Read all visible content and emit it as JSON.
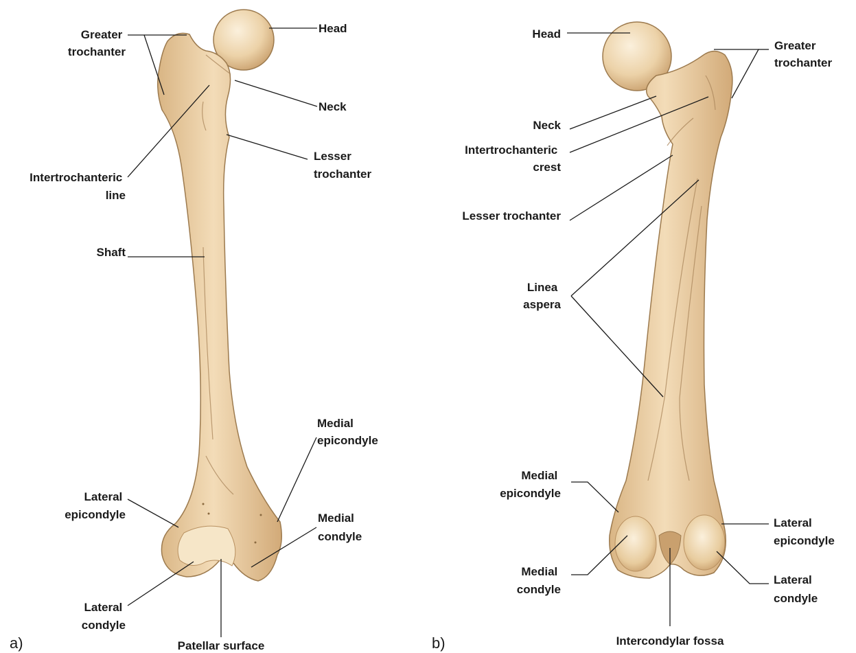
{
  "panels": {
    "a": {
      "panel_label": "a)",
      "labels": {
        "greater_trochanter": [
          "Greater",
          "trochanter"
        ],
        "head": [
          "Head"
        ],
        "neck": [
          "Neck"
        ],
        "lesser_trochanter": [
          "Lesser",
          "trochanter"
        ],
        "intertrochanteric_line": [
          "Intertrochanteric",
          "line"
        ],
        "shaft": [
          "Shaft"
        ],
        "medial_epicondyle": [
          "Medial",
          "epicondyle"
        ],
        "lateral_epicondyle": [
          "Lateral",
          "epicondyle"
        ],
        "medial_condyle": [
          "Medial",
          "condyle"
        ],
        "lateral_condyle": [
          "Lateral",
          "condyle"
        ],
        "patellar_surface": [
          "Patellar surface"
        ]
      }
    },
    "b": {
      "panel_label": "b)",
      "labels": {
        "head": [
          "Head"
        ],
        "greater_trochanter": [
          "Greater",
          "trochanter"
        ],
        "neck": [
          "Neck"
        ],
        "intertrochanteric_crest": [
          "Intertrochanteric",
          "crest"
        ],
        "lesser_trochanter": [
          "Lesser trochanter"
        ],
        "linea_aspera": [
          "Linea",
          "aspera"
        ],
        "medial_epicondyle": [
          "Medial",
          "epicondyle"
        ],
        "lateral_epicondyle": [
          "Lateral",
          "epicondyle"
        ],
        "medial_condyle": [
          "Medial",
          "condyle"
        ],
        "lateral_condyle": [
          "Lateral",
          "condyle"
        ],
        "intercondylar_fossa": [
          "Intercondylar fossa"
        ]
      }
    }
  },
  "colors": {
    "bone_light": "#f2dcb8",
    "bone_mid": "#e6c494",
    "bone_dark": "#c9a06e",
    "leader": "#1a1a1a"
  }
}
